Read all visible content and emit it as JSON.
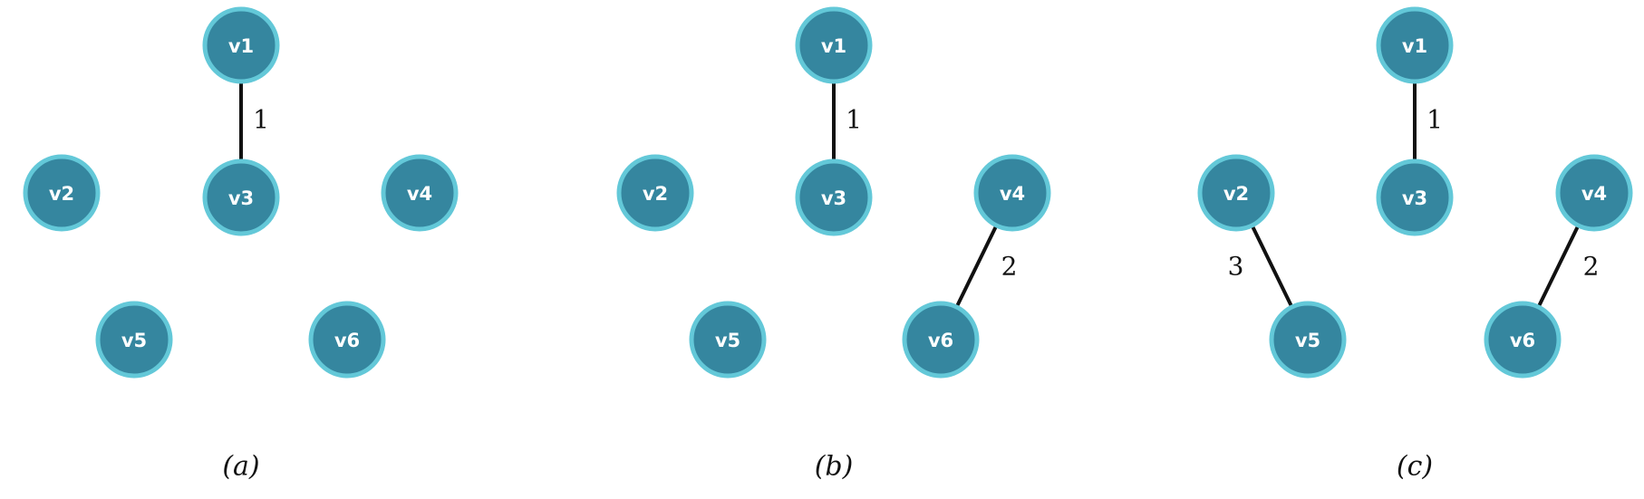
{
  "panels": [
    {
      "id": "a",
      "caption": "(a)",
      "nodes": [
        {
          "id": "v1",
          "label": "v1"
        },
        {
          "id": "v2",
          "label": "v2"
        },
        {
          "id": "v3",
          "label": "v3"
        },
        {
          "id": "v4",
          "label": "v4"
        },
        {
          "id": "v5",
          "label": "v5"
        },
        {
          "id": "v6",
          "label": "v6"
        }
      ],
      "edges": [
        {
          "from": "v1",
          "to": "v3",
          "weight": "1"
        }
      ]
    },
    {
      "id": "b",
      "caption": "(b)",
      "nodes": [
        {
          "id": "v1",
          "label": "v1"
        },
        {
          "id": "v2",
          "label": "v2"
        },
        {
          "id": "v3",
          "label": "v3"
        },
        {
          "id": "v4",
          "label": "v4"
        },
        {
          "id": "v5",
          "label": "v5"
        },
        {
          "id": "v6",
          "label": "v6"
        }
      ],
      "edges": [
        {
          "from": "v1",
          "to": "v3",
          "weight": "1"
        },
        {
          "from": "v4",
          "to": "v6",
          "weight": "2"
        }
      ]
    },
    {
      "id": "c",
      "caption": "(c)",
      "nodes": [
        {
          "id": "v1",
          "label": "v1"
        },
        {
          "id": "v2",
          "label": "v2"
        },
        {
          "id": "v3",
          "label": "v3"
        },
        {
          "id": "v4",
          "label": "v4"
        },
        {
          "id": "v5",
          "label": "v5"
        },
        {
          "id": "v6",
          "label": "v6"
        }
      ],
      "edges": [
        {
          "from": "v1",
          "to": "v3",
          "weight": "1"
        },
        {
          "from": "v4",
          "to": "v6",
          "weight": "2"
        },
        {
          "from": "v2",
          "to": "v5",
          "weight": "3"
        }
      ]
    }
  ],
  "colors": {
    "node_fill": "#35869f",
    "node_border": "#63c8d8",
    "node_text": "#ffffff",
    "edge": "#111111"
  }
}
